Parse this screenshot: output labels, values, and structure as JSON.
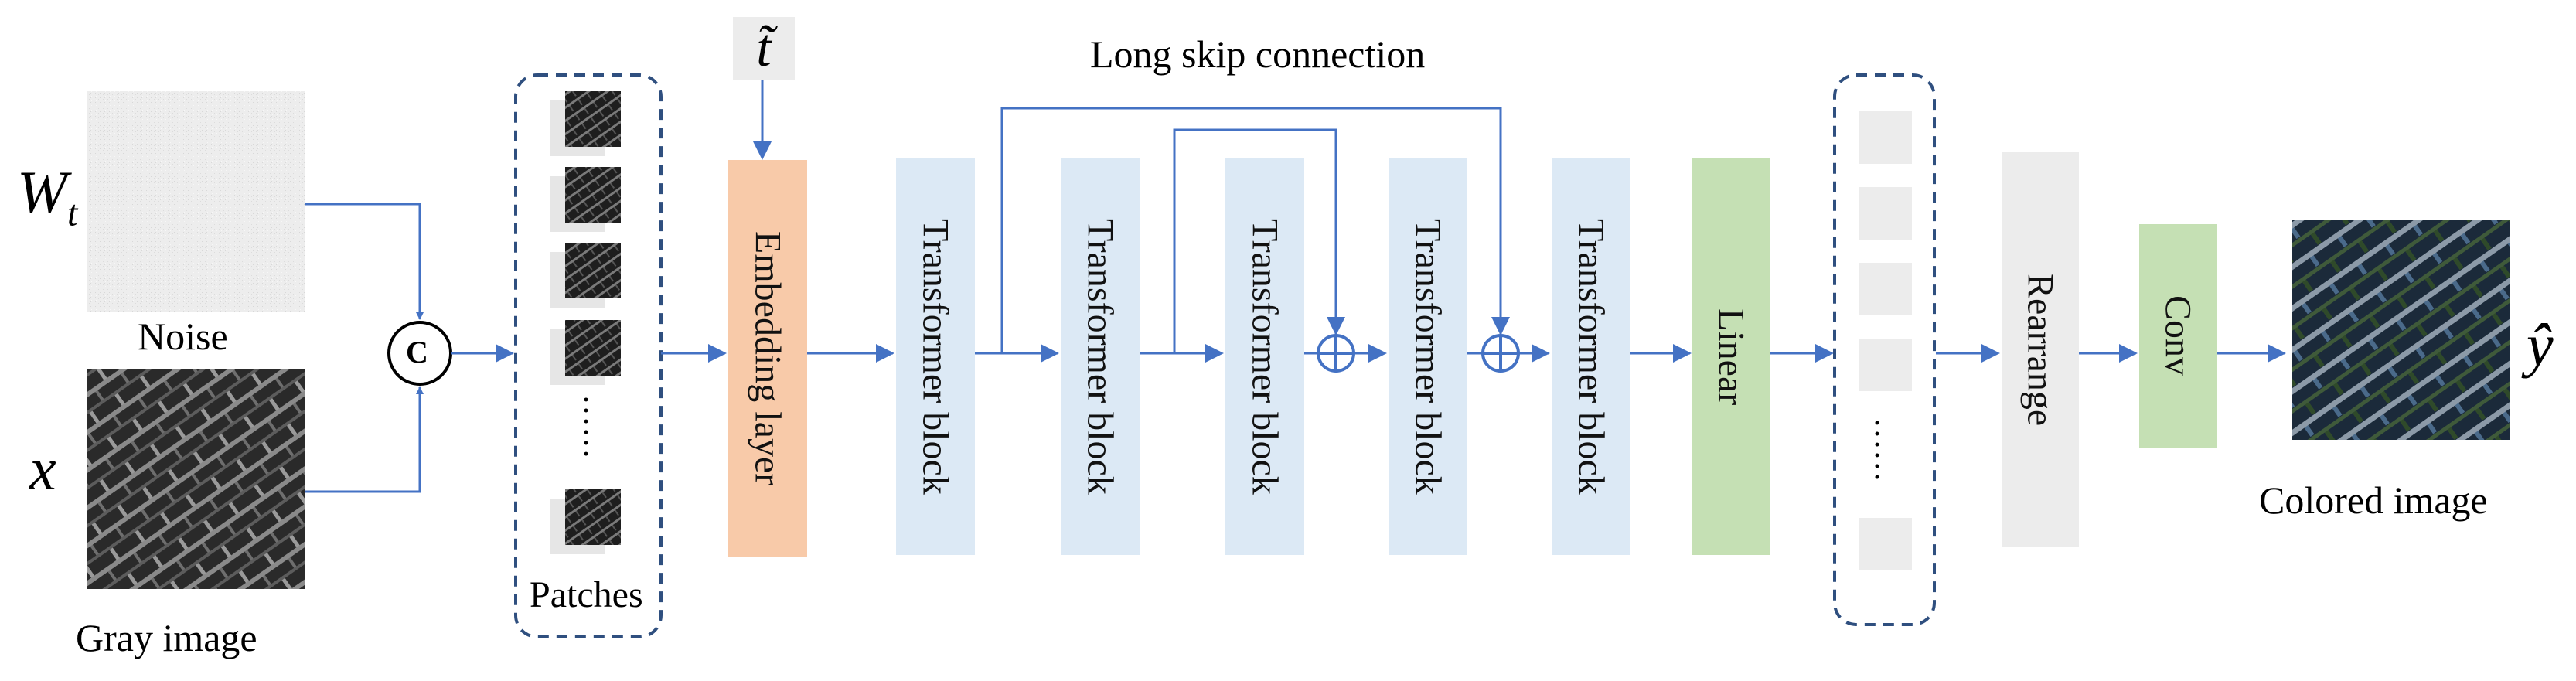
{
  "inputs": {
    "noise_symbol_main": "W",
    "noise_symbol_sub": "t",
    "noise_label": "Noise",
    "gray_symbol": "x",
    "gray_label": "Gray image",
    "concat_symbol": "C"
  },
  "patches": {
    "label": "Patches",
    "ellipsis": "……"
  },
  "time_embedding": {
    "symbol": "t̃"
  },
  "blocks": {
    "embedding": "Embedding layer",
    "transformer": [
      "Transformer block",
      "Transformer block",
      "Transformer block",
      "Transformer block",
      "Transformer block"
    ],
    "linear": "Linear",
    "rearrange": "Rearrange",
    "conv": "Conv"
  },
  "skip": {
    "label": "Long skip connection",
    "add_symbol": "⊕"
  },
  "tokens": {
    "ellipsis": "……"
  },
  "output": {
    "symbol": "ŷ",
    "label": "Colored image"
  },
  "colors": {
    "arrow": "#4472c4",
    "transformer": "#dce9f5",
    "embedding": "#f8caa9",
    "linear": "#c5e0b4",
    "rearrange": "#ececec",
    "dashed_border": "#2f4f7f"
  }
}
